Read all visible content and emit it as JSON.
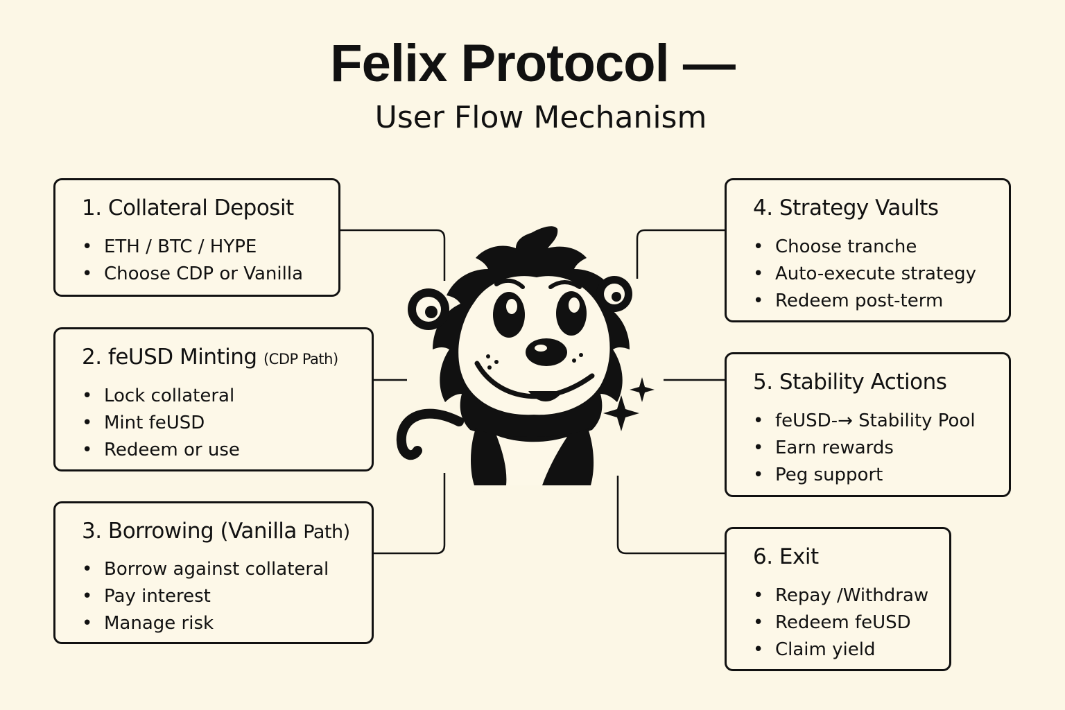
{
  "header": {
    "title": "Felix Protocol —",
    "subtitle": "User Flow Mechanism"
  },
  "steps": [
    {
      "title": "1. Collateral Deposit",
      "title_note": "",
      "items": [
        "ETH / BTC / HYPE",
        "Choose CDP or Vanilla"
      ]
    },
    {
      "title": "2. feUSD Minting ",
      "title_note": "(CDP Path)",
      "items": [
        "Lock collateral",
        "Mint feUSD",
        "Redeem or use"
      ]
    },
    {
      "title": "3. Borrowing (Vanilla ",
      "title_note": "Path)",
      "items": [
        "Borrow against collateral",
        "Pay interest",
        "Manage risk"
      ]
    },
    {
      "title": "4. Strategy Vaults",
      "title_note": "",
      "items": [
        "Choose tranche",
        "Auto-execute strategy",
        "Redeem post-term"
      ]
    },
    {
      "title": "5. Stability Actions",
      "title_note": "",
      "items": [
        "feUSD-→ Stability Pool",
        "Earn rewards",
        "Peg support"
      ]
    },
    {
      "title": "6. Exit",
      "title_note": "",
      "items": [
        "Repay /Withdraw",
        "Redeem feUSD",
        "Claim yield"
      ]
    }
  ],
  "mascot": {
    "icon": "lion-cub-mascot-icon",
    "sparkle_icon": "sparkle-icon"
  },
  "colors": {
    "background": "#fcf7e6",
    "ink": "#111111",
    "box_fill": "#fdf8e8"
  }
}
